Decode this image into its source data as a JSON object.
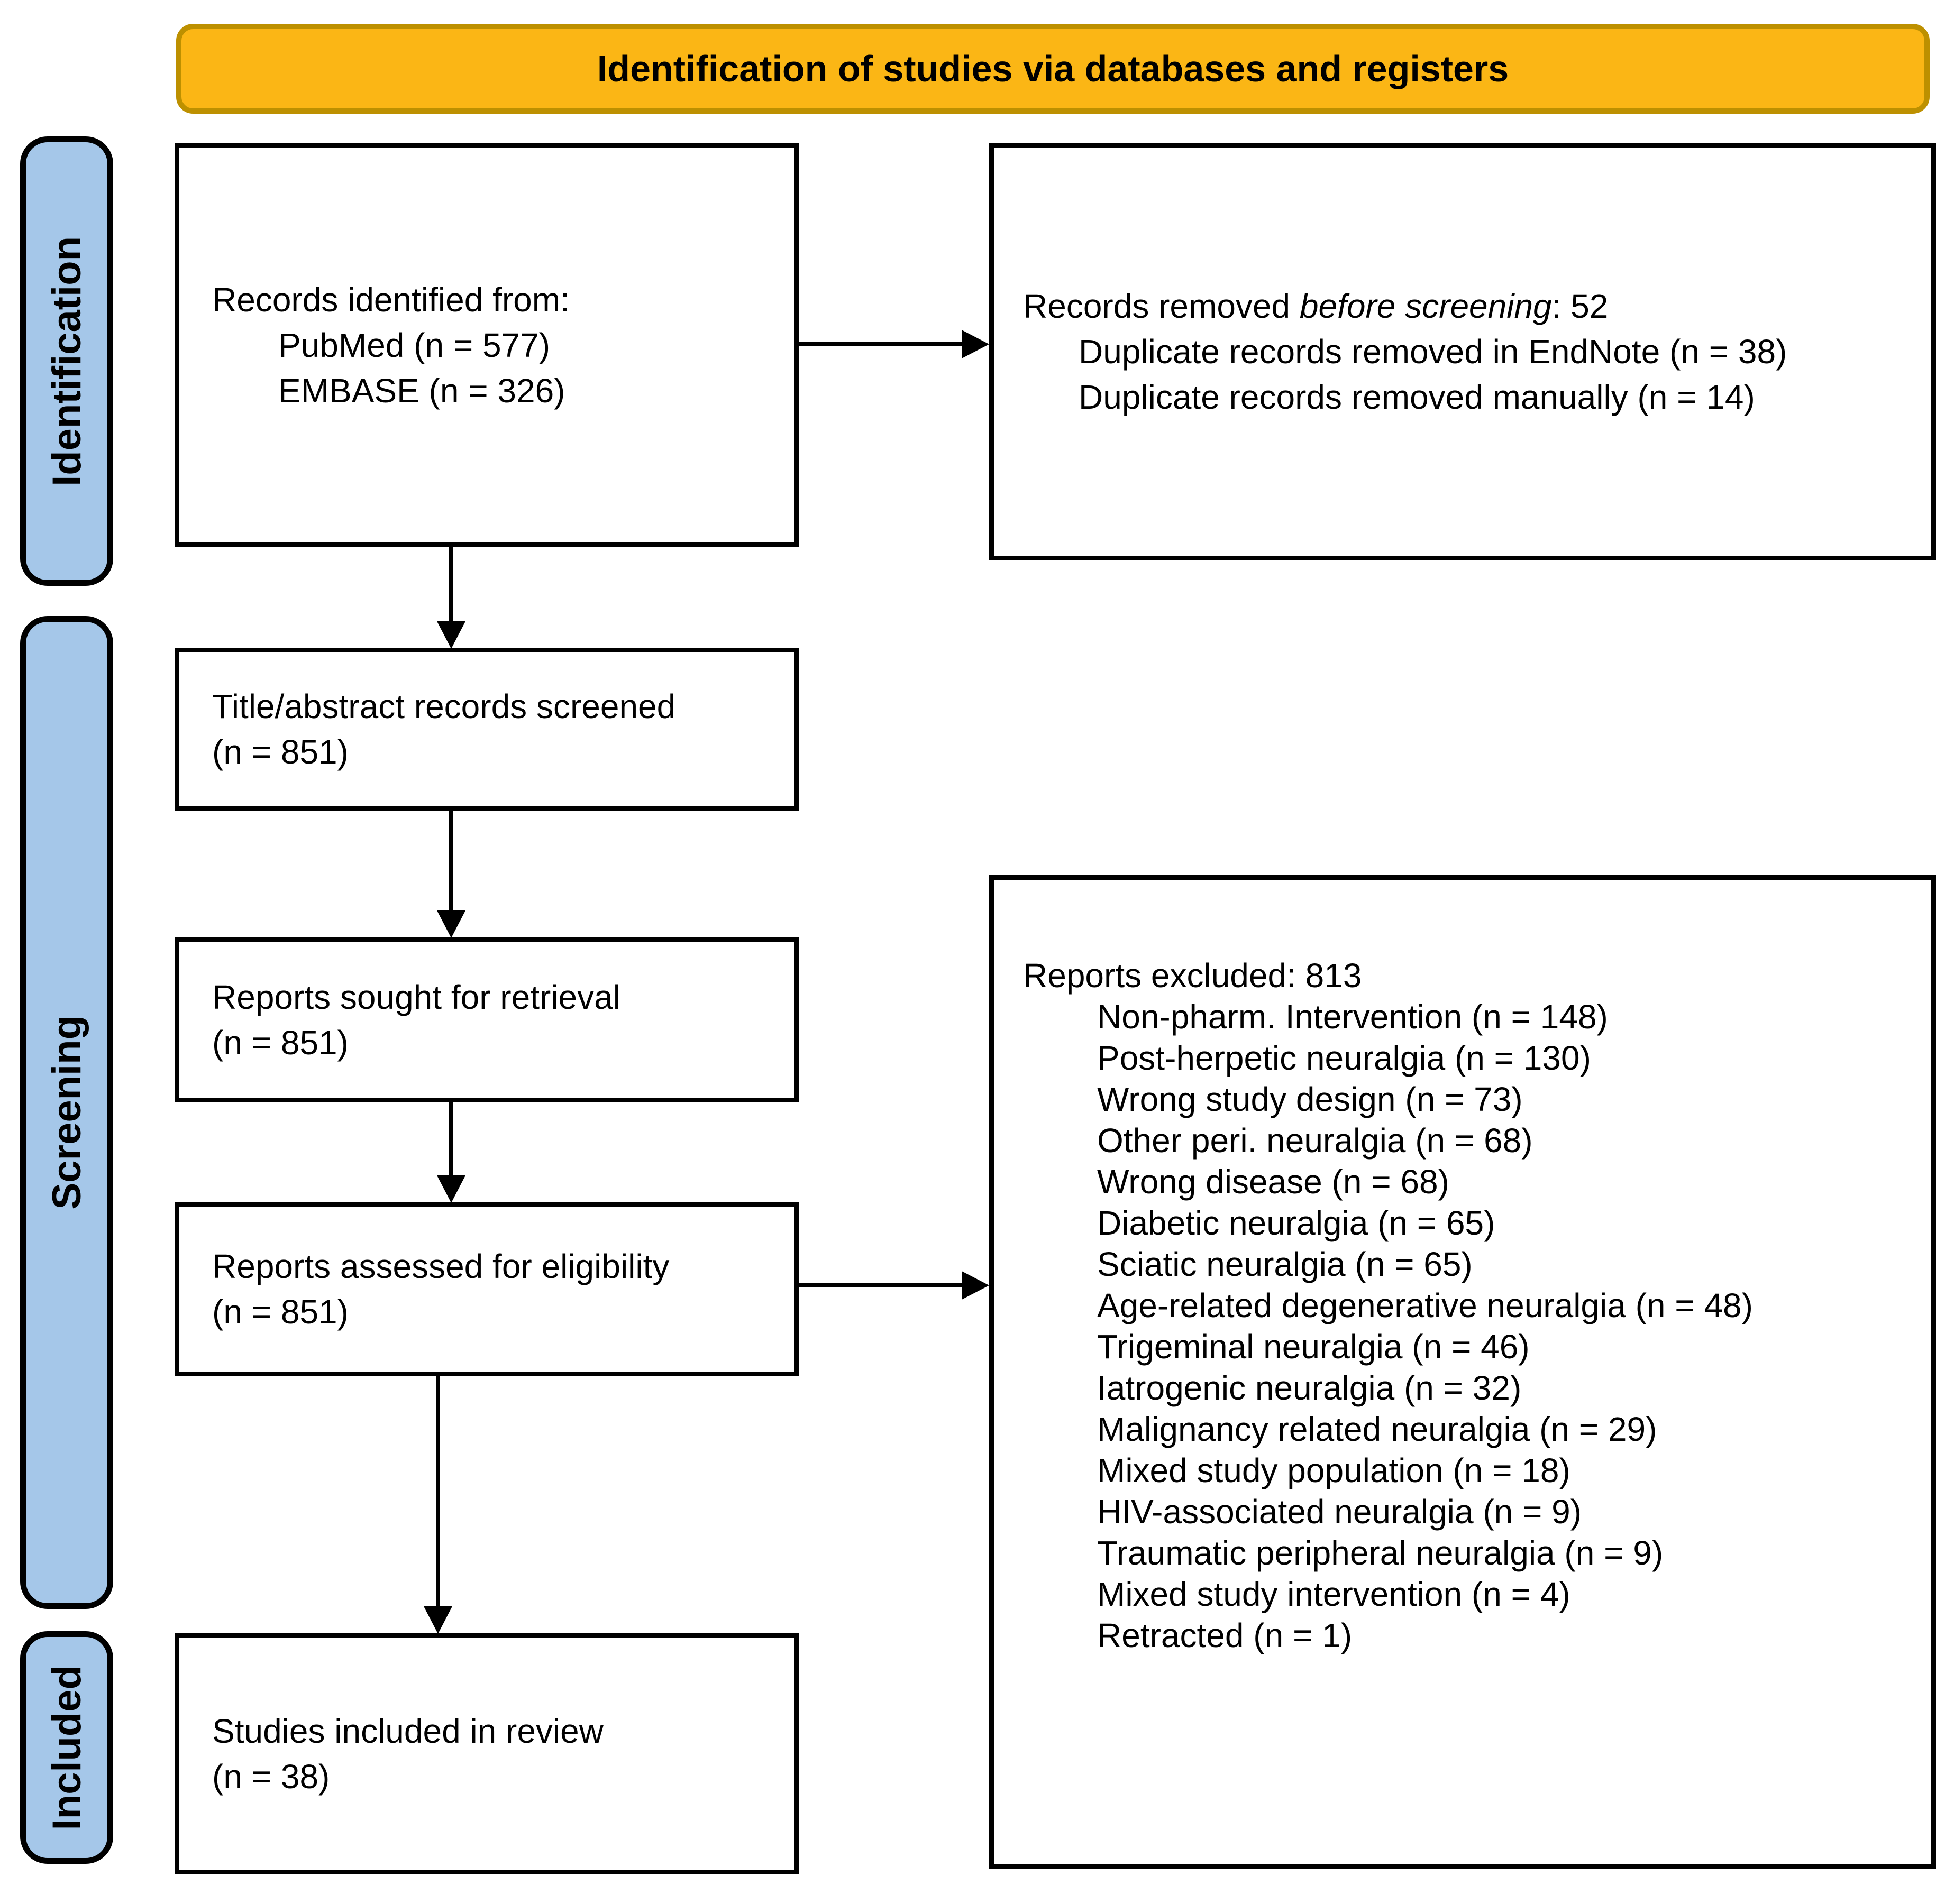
{
  "banner": {
    "title": "Identification of studies via databases and registers"
  },
  "colors": {
    "banner_fill": "#FBB615",
    "banner_border": "#BD9000",
    "sidebar_fill": "#A5C7E9",
    "line_color": "#000000"
  },
  "sidebar": {
    "identification": "Identification",
    "screening": "Screening",
    "included": "Included"
  },
  "boxes": {
    "records_identified": {
      "line1": "Records identified from:",
      "items": [
        "PubMed (n = 577)",
        "EMBASE (n = 326)"
      ]
    },
    "records_removed": {
      "prefix": "Records removed ",
      "italic": "before screening",
      "suffix": ": 52",
      "items": [
        "Duplicate records removed in EndNote (n = 38)",
        "Duplicate records removed manually (n = 14)"
      ]
    },
    "title_abstract": {
      "line1": "Title/abstract records screened",
      "line2": "(n = 851)"
    },
    "reports_sought": {
      "line1": "Reports sought for retrieval",
      "line2": "(n = 851)"
    },
    "reports_assessed": {
      "line1": "Reports assessed for eligibility",
      "line2": "(n = 851)"
    },
    "studies_included": {
      "line1": "Studies included in review",
      "line2": "(n = 38)"
    },
    "reports_excluded": {
      "header": "Reports excluded: 813",
      "items": [
        "Non-pharm. Intervention (n = 148)",
        "Post-herpetic neuralgia (n = 130)",
        "Wrong study design (n = 73)",
        "Other peri. neuralgia (n = 68)",
        "Wrong disease (n = 68)",
        "Diabetic neuralgia (n = 65)",
        "Sciatic neuralgia (n = 65)",
        "Age-related degenerative neuralgia (n = 48)",
        "Trigeminal neuralgia (n = 46)",
        "Iatrogenic neuralgia (n = 32)",
        "Malignancy related neuralgia (n = 29)",
        "Mixed study population (n = 18)",
        "HIV-associated neuralgia (n = 9)",
        "Traumatic peripheral neuralgia (n = 9)",
        "Mixed study intervention (n = 4)",
        "Retracted (n = 1)"
      ]
    }
  }
}
